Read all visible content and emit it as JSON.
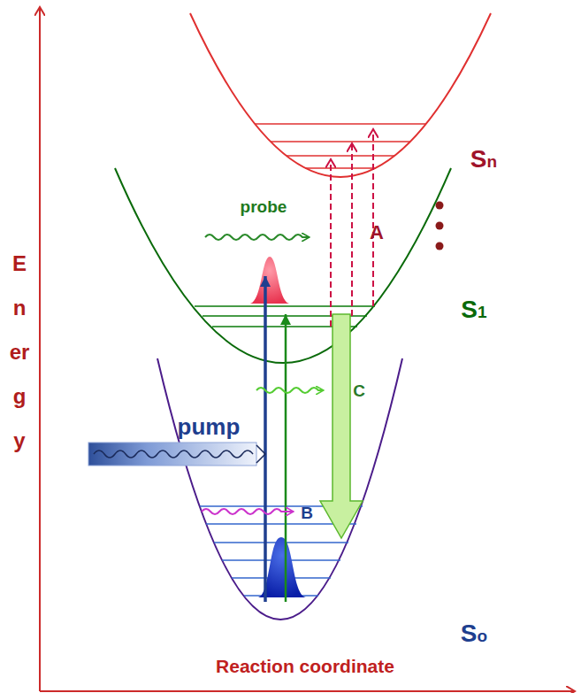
{
  "diagram": {
    "labels": [
      "probe",
      "A",
      "Sn",
      "S1",
      "pump",
      "B",
      "C",
      "So",
      "Energy",
      "Reaction coordinate"
    ]
  }
}
